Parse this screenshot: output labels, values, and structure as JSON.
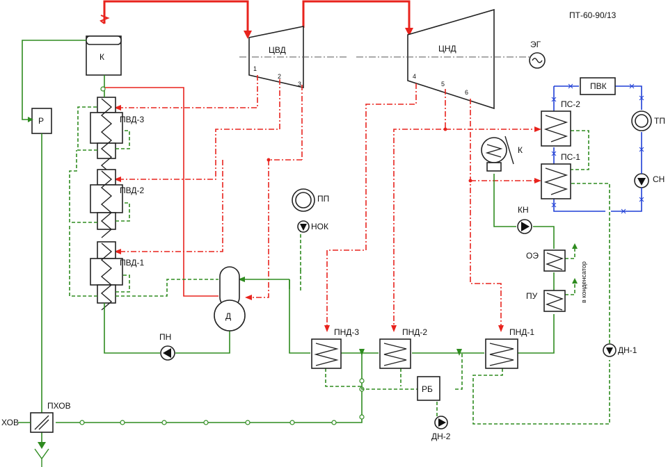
{
  "title": "ПТ-60-90/13",
  "colors": {
    "steam": "#e8231d",
    "water": "#2e8b1f",
    "network": "#1f3fd6",
    "equipment": "#222222"
  },
  "labels": {
    "boiler": "К",
    "regenerator": "Р",
    "hp_cylinder": "ЦВД",
    "lp_cylinder": "ЦНД",
    "generator": "ЭГ",
    "pvd3": "ПВД-3",
    "pvd2": "ПВД-2",
    "pvd1": "ПВД-1",
    "pp": "ПП",
    "nok": "НОК",
    "deaerator": "Д",
    "pn": "ПН",
    "condenser": "К",
    "kn": "КН",
    "pvk": "ПВК",
    "ps2": "ПС-2",
    "ps1": "ПС-1",
    "tp": "ТП",
    "sn": "СН",
    "oe": "ОЭ",
    "pu": "ПУ",
    "to_condenser": "в конденсатор",
    "pnd3": "ПНД-3",
    "pnd2": "ПНД-2",
    "pnd1": "ПНД-1",
    "rb": "РБ",
    "dn1": "ДН-1",
    "dn2": "ДН-2",
    "phov": "ПХОВ",
    "hov": "ХОВ"
  },
  "extraction_numbers": [
    "1",
    "2",
    "3",
    "4",
    "5",
    "6"
  ]
}
